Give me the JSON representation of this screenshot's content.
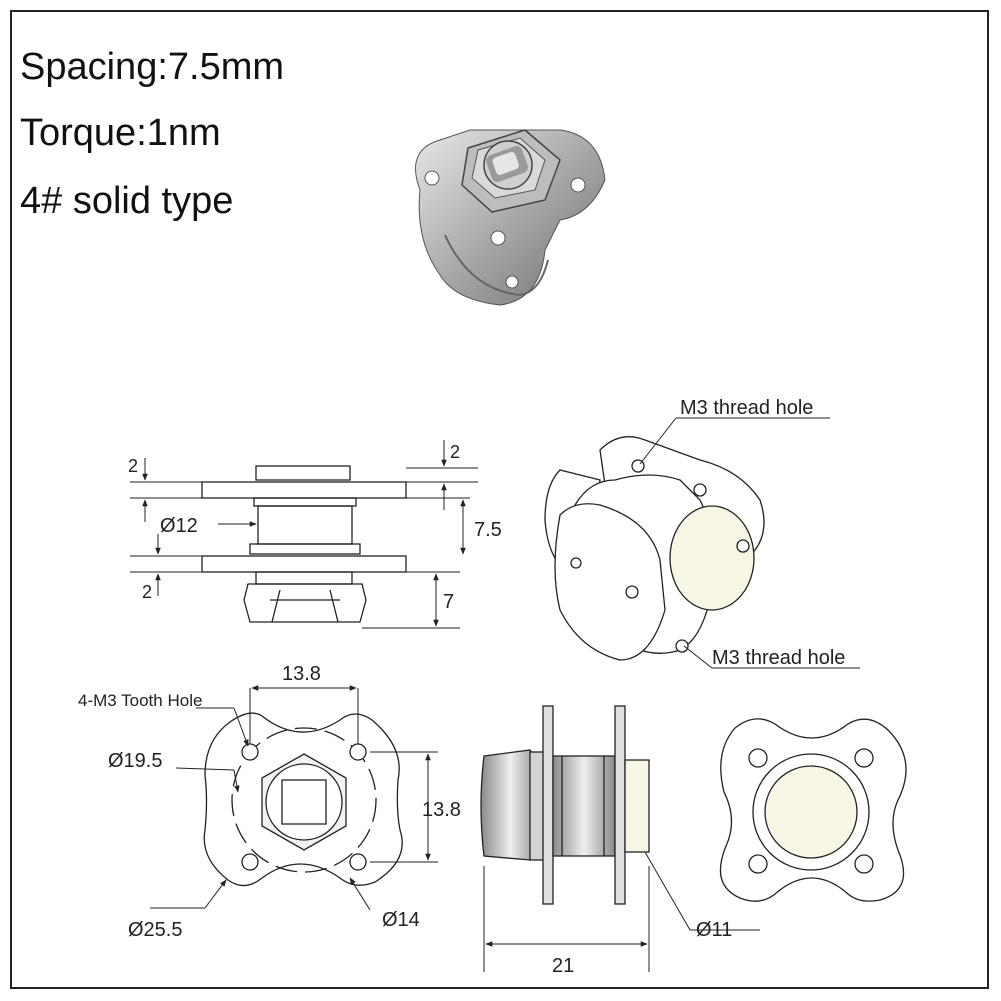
{
  "specs": {
    "spacing": "Spacing:7.5mm",
    "torque": "Torque:1nm",
    "type": "4# solid type"
  },
  "dimensions": {
    "flange_thickness_top": "2",
    "flange_thickness_right": "2",
    "shaft_diameter": "Ø12",
    "spacing": "7.5",
    "flange_thickness_bottom": "2",
    "hex_height": "7",
    "hole_spacing_x": "13.8",
    "tooth_hole": "4-M3 Tooth Hole",
    "pcd": "Ø19.5",
    "hole_spacing_y": "13.8",
    "outer_diameter": "Ø25.5",
    "inner_diameter": "Ø14",
    "overall_length": "21",
    "cap_diameter": "Ø11"
  },
  "callouts": {
    "thread_hole_top": "M3 thread hole",
    "thread_hole_bottom": "M3 thread hole"
  },
  "colors": {
    "line": "#222222",
    "metal_light": "#d8d8d8",
    "metal_dark": "#7a7a7a",
    "cap_fill": "#f7f5e4"
  }
}
